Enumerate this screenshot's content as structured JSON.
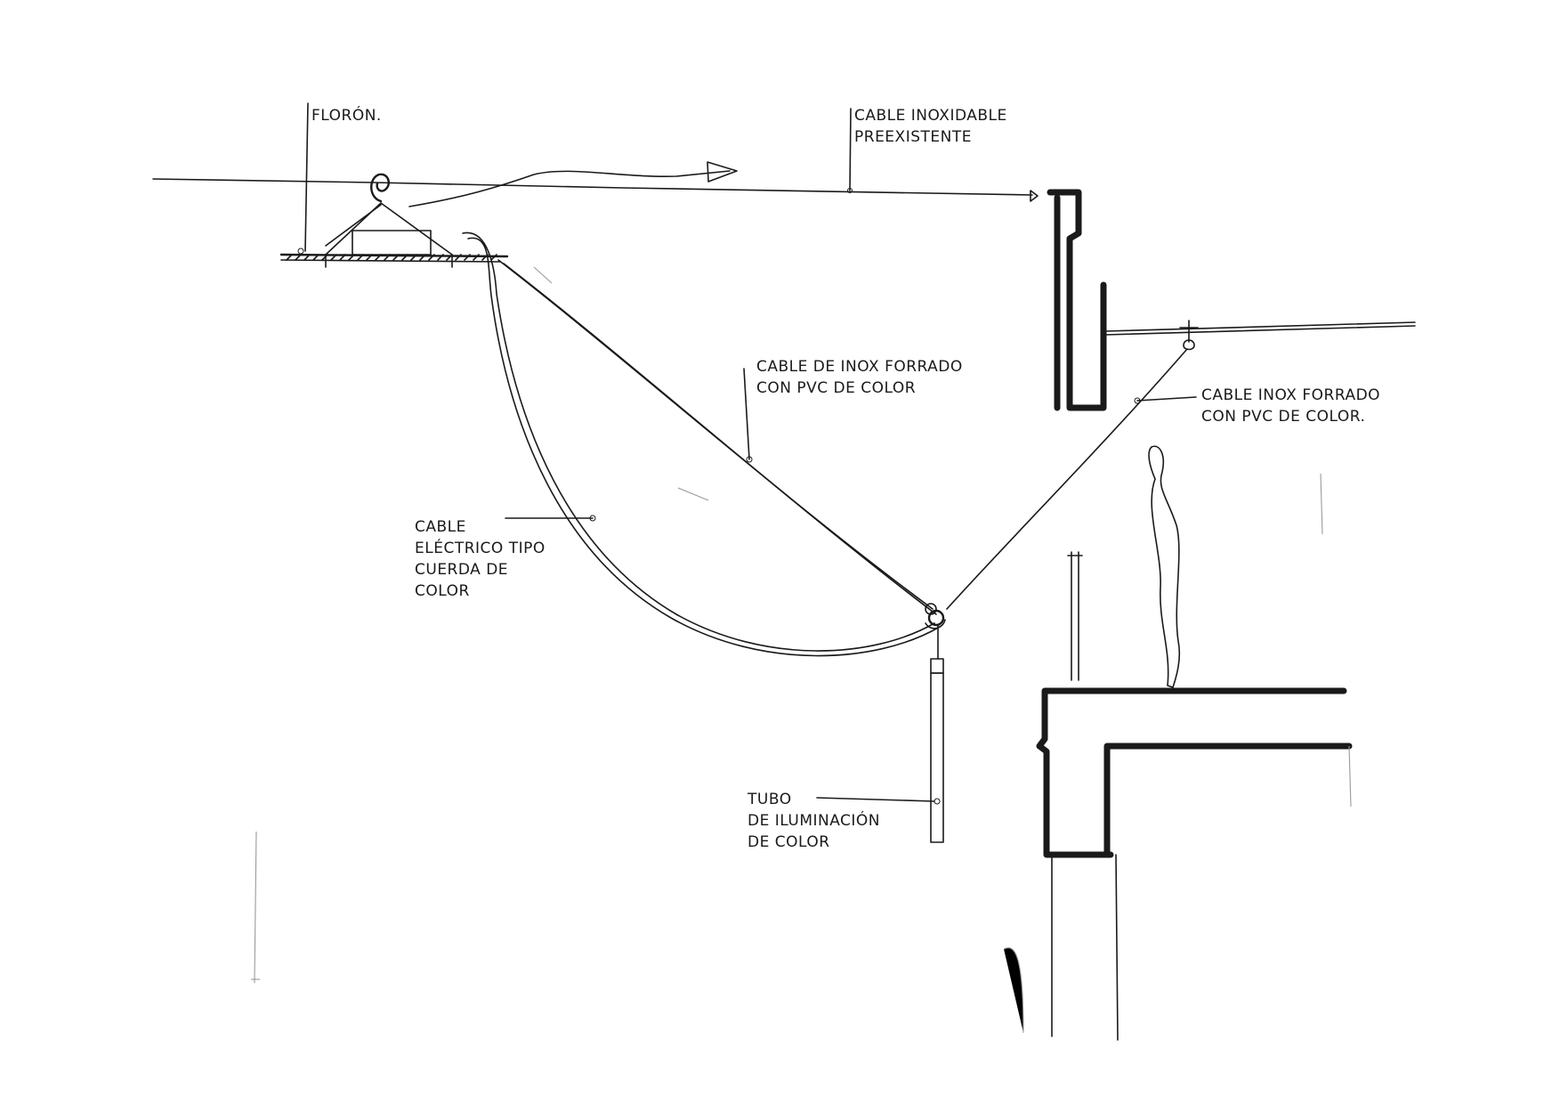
{
  "labels": {
    "floron": "FLORÓN.",
    "cable_preexistente": [
      "CABLE INOXIDABLE",
      "PREEXISTENTE"
    ],
    "cable_inox_1": [
      "CABLE DE INOX FORRADO",
      "CON PVC DE COLOR"
    ],
    "cable_inox_2": [
      "CABLE INOX FORRADO",
      "CON PVC DE COLOR."
    ],
    "cable_electrico": [
      "CABLE",
      "ELÉCTRICO TIPO",
      "CUERDA DE",
      "COLOR"
    ],
    "tubo": [
      "TUBO",
      "DE ILUMINACIÓN",
      "DE COLOR"
    ]
  }
}
